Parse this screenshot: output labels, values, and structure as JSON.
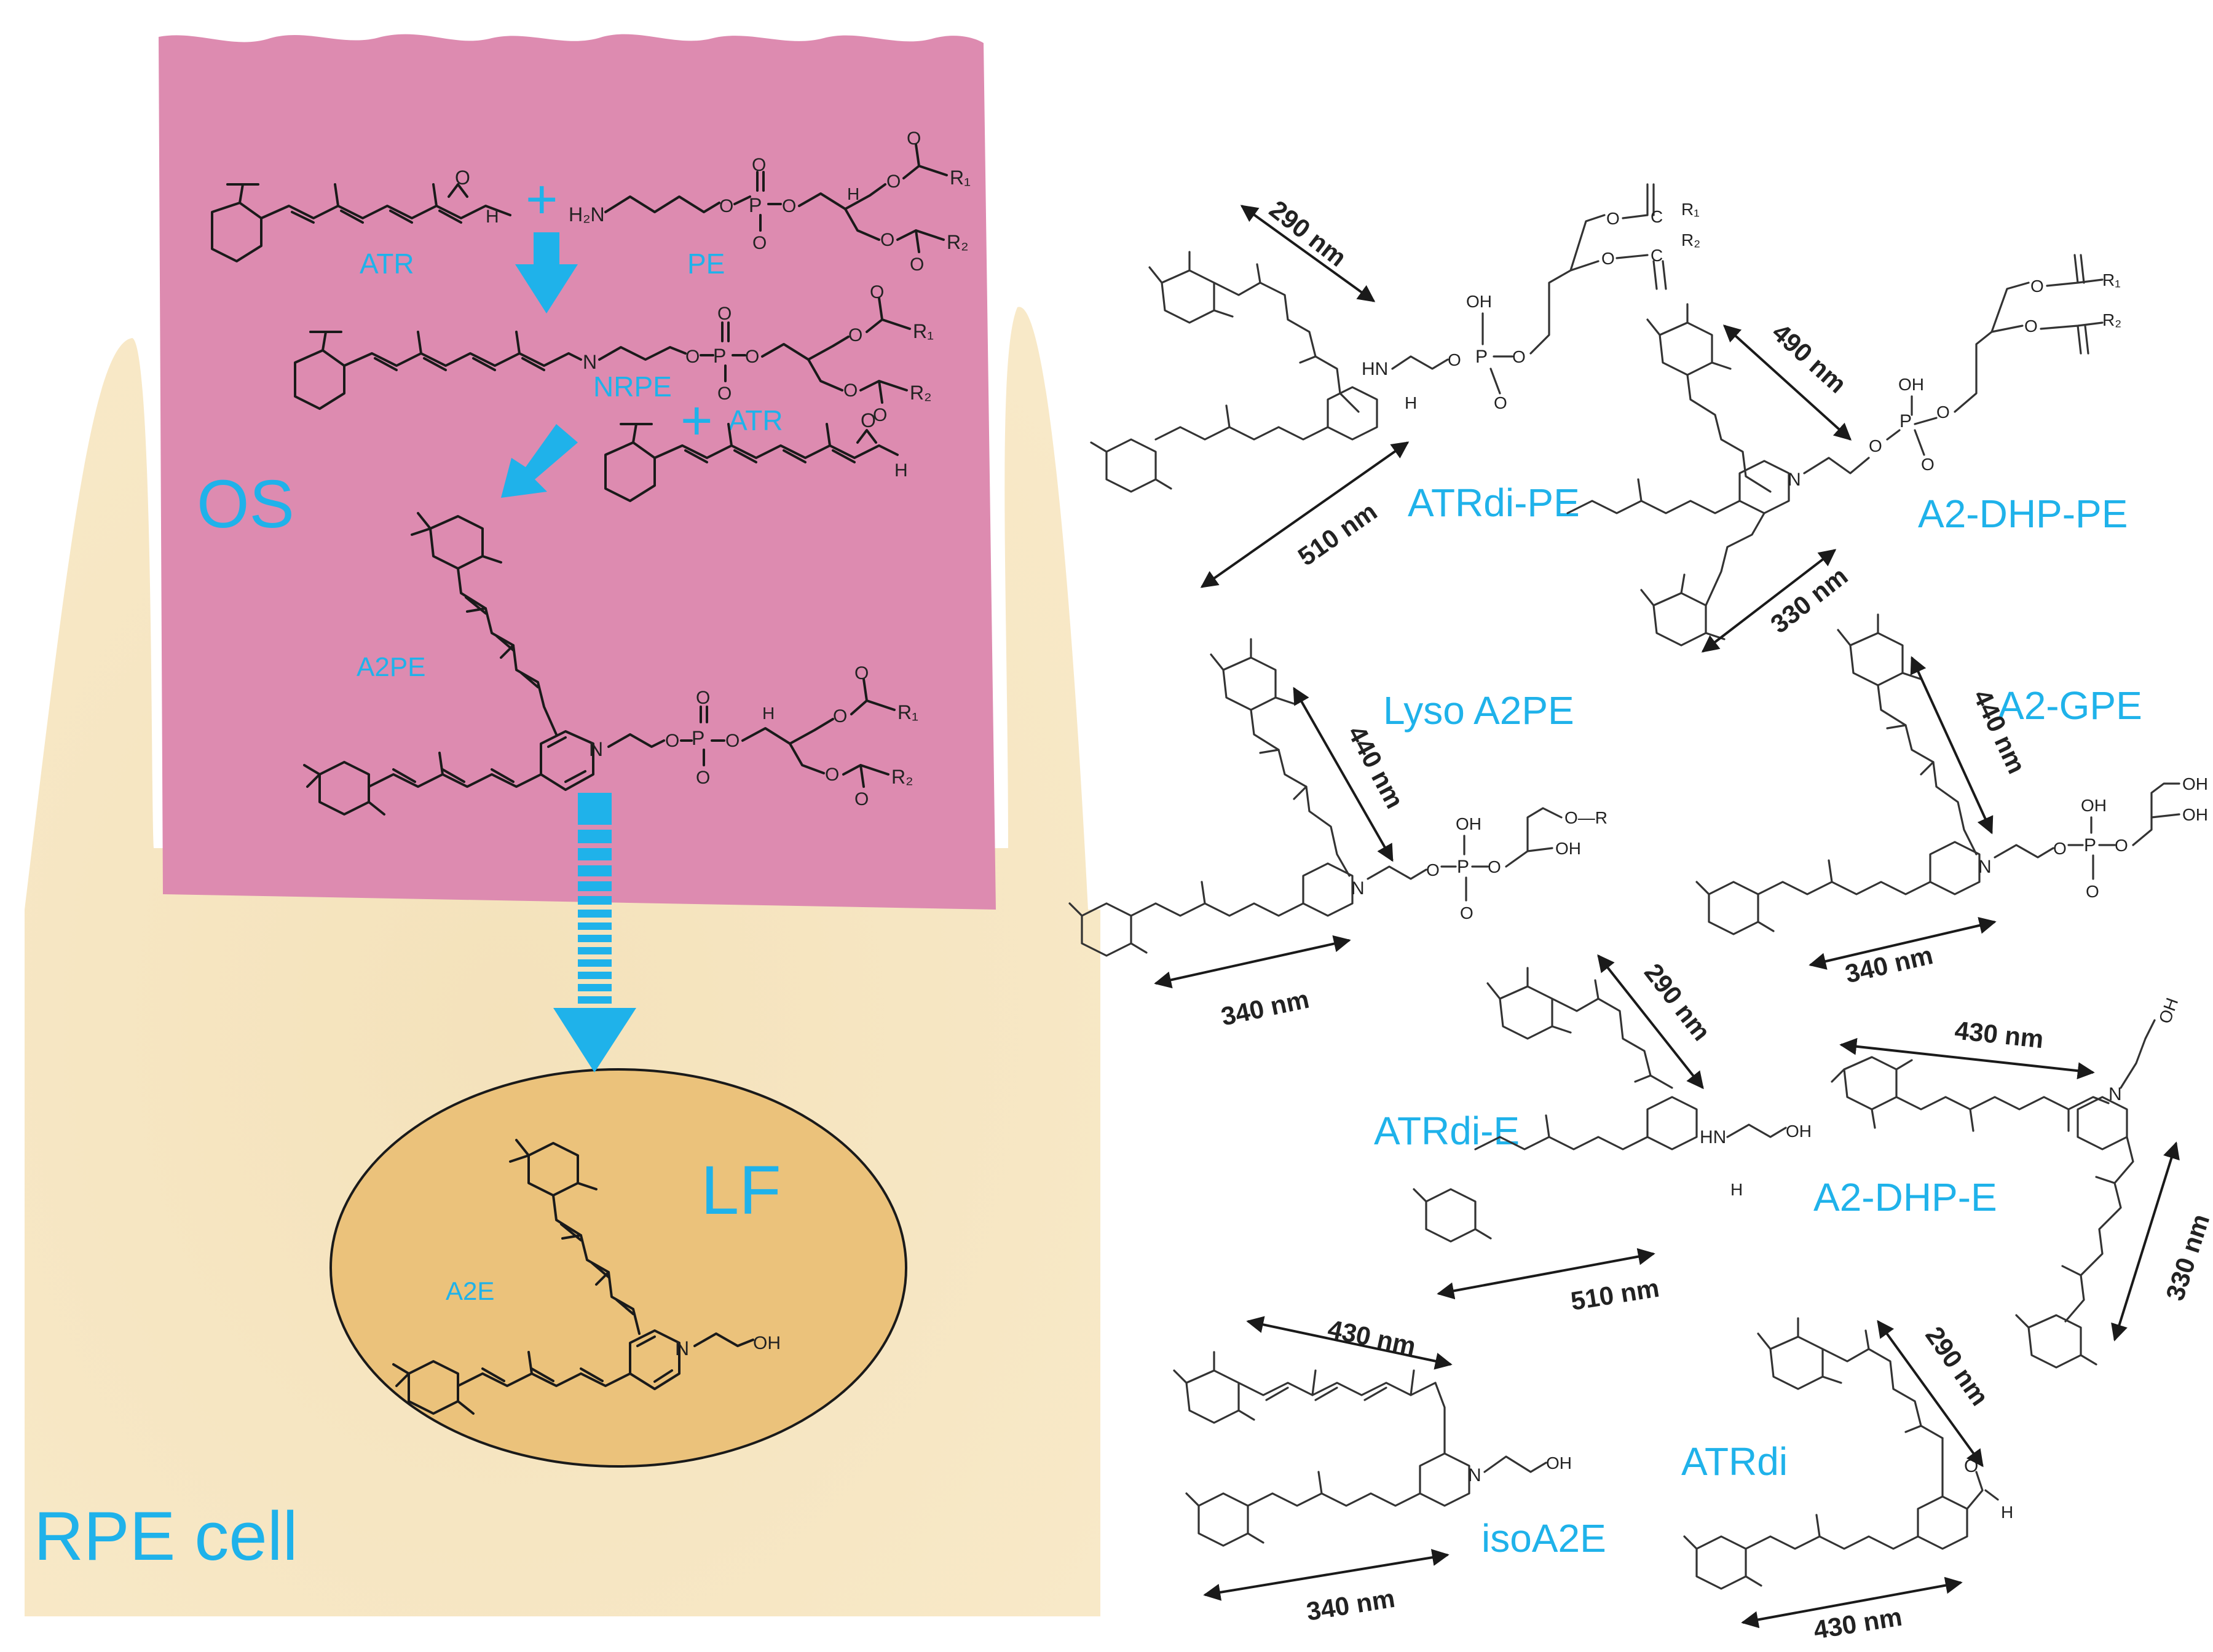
{
  "colors": {
    "os_fill": "#dd8bb0",
    "rpe_fill": "#f6e5bf",
    "lf_fill": "#ebc27b",
    "label_blue": "#1fb2ea",
    "text_black": "#1a1a1a"
  },
  "left": {
    "rpe_label": "RPE cell",
    "os_label": "OS",
    "lf_label": "LF",
    "molecules": {
      "atr": "ATR",
      "pe": "PE",
      "nrpe": "NRPE",
      "atr2": "ATR",
      "a2pe": "A2PE",
      "a2e": "A2E"
    },
    "plus": "+",
    "atoms": {
      "h": "H",
      "h2n": "H₂N",
      "o": "O",
      "p": "P",
      "n": "N",
      "r1": "R₁",
      "r2": "R₂",
      "oh": "OH"
    }
  },
  "right": {
    "compounds": [
      {
        "name": "ATRdi-PE",
        "distances": [
          "290 nm",
          "510 nm"
        ]
      },
      {
        "name": "A2-DHP-PE",
        "distances": [
          "490 nm",
          "330 nm"
        ]
      },
      {
        "name": "Lyso A2PE",
        "distances": [
          "440 nm",
          "340 nm"
        ]
      },
      {
        "name": "A2-GPE",
        "distances": [
          "440 nm",
          "340 nm"
        ]
      },
      {
        "name": "ATRdi-E",
        "distances": [
          "290 nm",
          "510 nm"
        ]
      },
      {
        "name": "A2-DHP-E",
        "distances": [
          "430 nm",
          "330 nm"
        ]
      },
      {
        "name": "isoA2E",
        "distances": [
          "430 nm",
          "340 nm"
        ]
      },
      {
        "name": "ATRdi",
        "distances": [
          "290 nm",
          "430 nm"
        ]
      }
    ],
    "atoms": {
      "oh": "OH",
      "o": "O",
      "p": "P",
      "n": "N",
      "hn": "HN",
      "h": "H",
      "r": "O—R",
      "r1": "R₁",
      "r2": "R₂",
      "c": "C"
    }
  }
}
